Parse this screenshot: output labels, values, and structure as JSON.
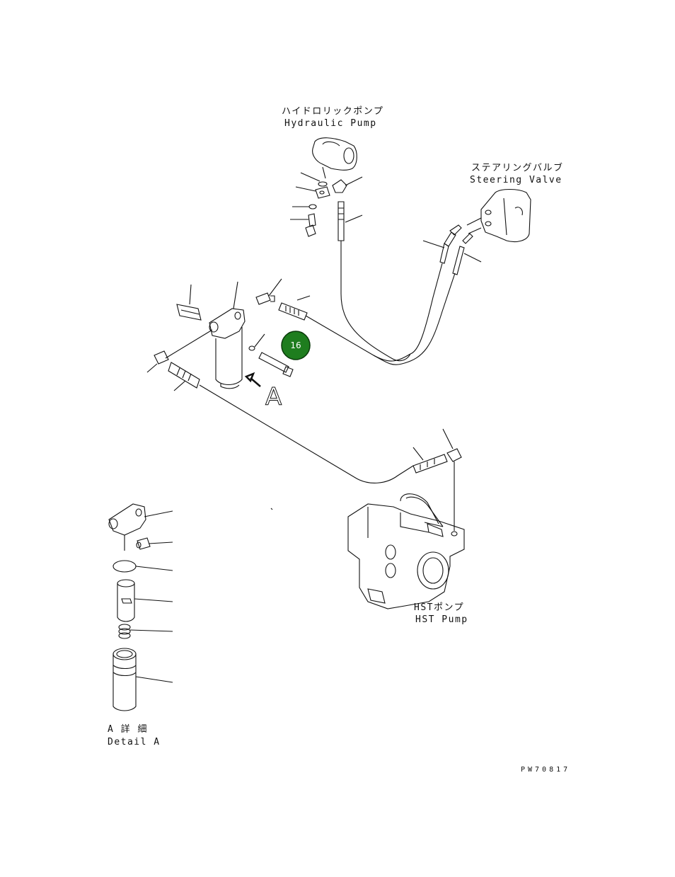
{
  "labels": {
    "hydraulic_pump_jp": "ハイドロリックポンプ",
    "hydraulic_pump_en": "Hydraulic Pump",
    "steering_valve_jp": "ステアリングバルブ",
    "steering_valve_en": "Steering Valve",
    "hst_pump_jp": "HSTポンプ",
    "hst_pump_en": "HST Pump",
    "view_marker": "A",
    "detail_jp": "A 詳 細",
    "detail_en": "Detail A",
    "drawing_code": "PW70817"
  },
  "callout": {
    "number": "16",
    "color": "#1e7d1e"
  }
}
